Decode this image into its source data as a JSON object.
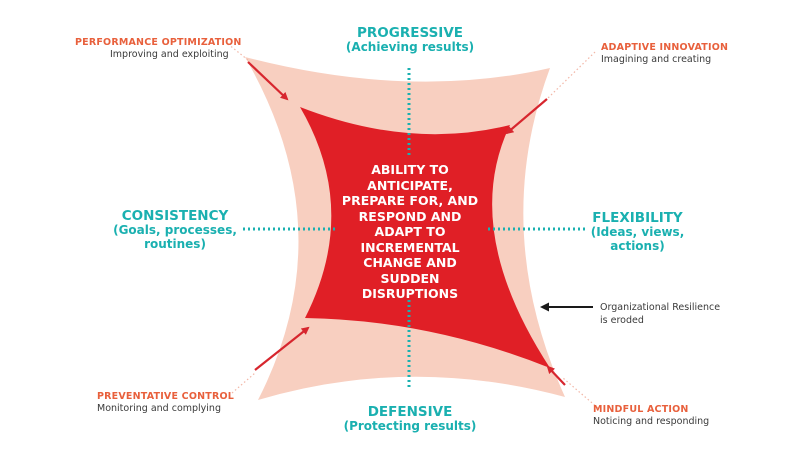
{
  "center": {
    "text": "ABILITY TO\nANTICIPATE,\nPREPARE FOR, AND\nRESPOND AND\nADAPT TO\nINCREMENTAL\nCHANGE AND\nSUDDEN\nDISRUPTIONS"
  },
  "axes": {
    "top": {
      "title": "PROGRESSIVE",
      "subtitle": "(Achieving results)"
    },
    "bottom": {
      "title": "DEFENSIVE",
      "subtitle": "(Protecting results)"
    },
    "left": {
      "title": "CONSISTENCY",
      "subtitle": "(Goals, processes,\nroutines)"
    },
    "right": {
      "title": "FLEXIBILITY",
      "subtitle": "(Ideas, views,\nactions)"
    }
  },
  "corners": {
    "top_left": {
      "title": "PERFORMANCE OPTIMIZATION",
      "subtitle": "Improving and exploiting"
    },
    "top_right": {
      "title": "ADAPTIVE INNOVATION",
      "subtitle": "Imagining and creating"
    },
    "bottom_left": {
      "title": "PREVENTATIVE CONTROL",
      "subtitle": "Monitoring and complying"
    },
    "bottom_right": {
      "title": "MINDFUL ACTION",
      "subtitle": "Noticing and responding"
    }
  },
  "note": {
    "text": "Organizational Resilience\nis eroded"
  },
  "colors": {
    "inner_red": "#e01f26",
    "outer_pink": "#f8cfc0",
    "teal": "#1ab0b0",
    "orange": "#e8603c",
    "arrow_red": "#d7262e",
    "dark": "#1a1a1a"
  }
}
